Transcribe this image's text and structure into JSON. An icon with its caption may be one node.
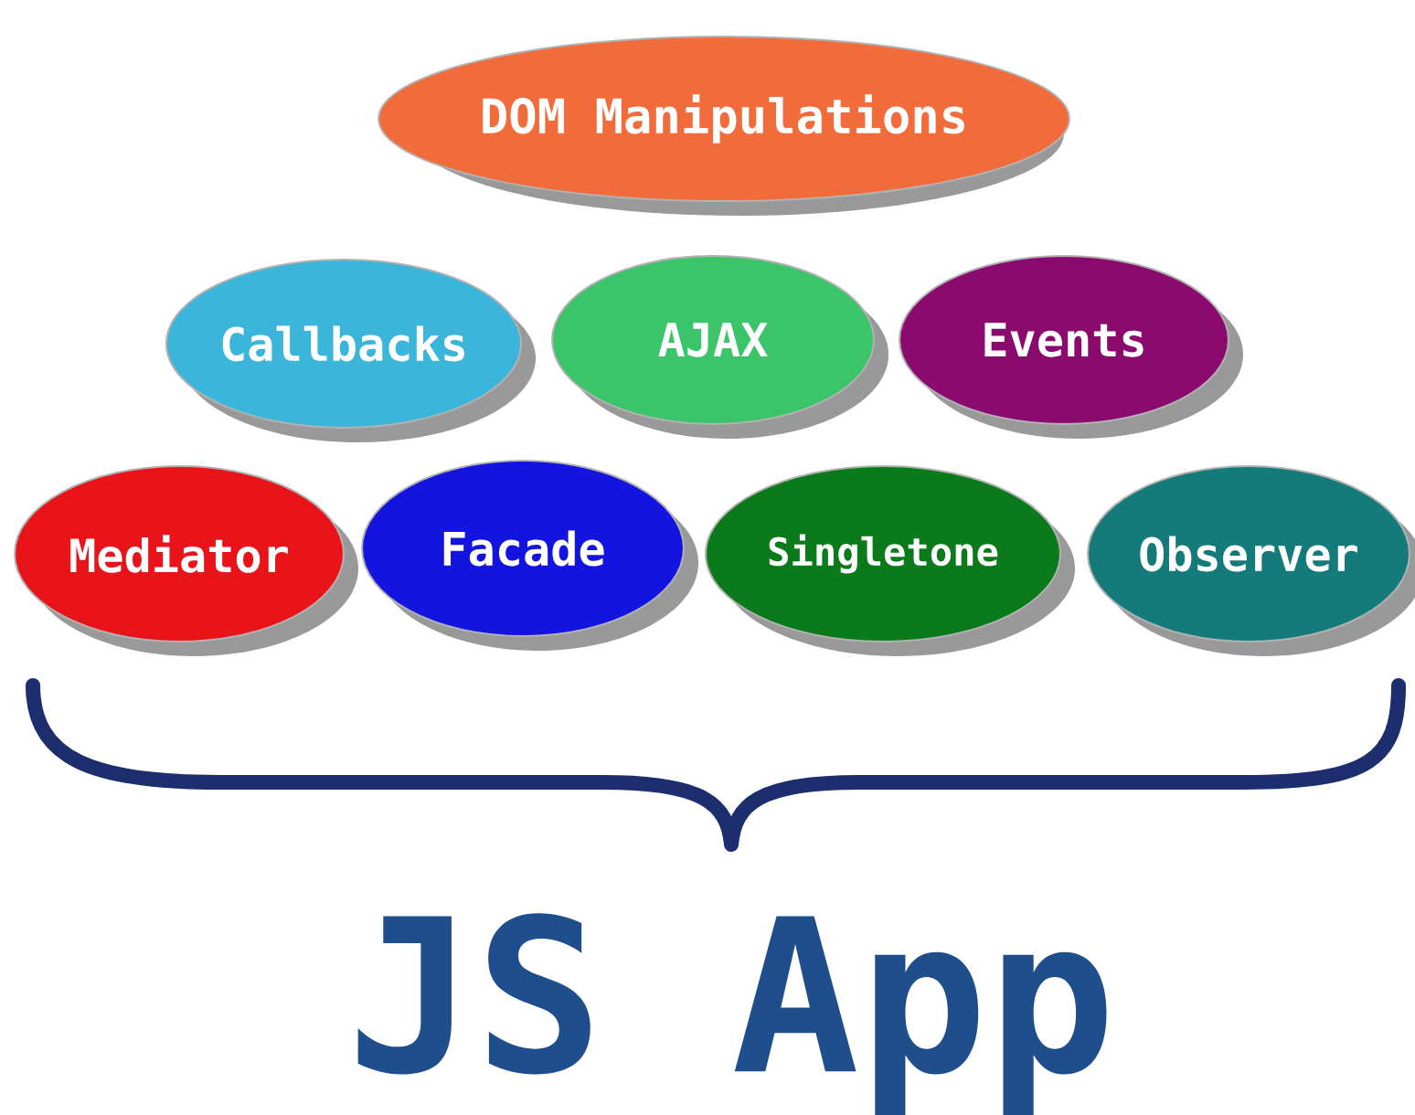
{
  "diagram": {
    "nodes": [
      {
        "text": [
          "DOM Manipulations"
        ]
      },
      {
        "text": [
          "Callbacks"
        ]
      },
      {
        "text": [
          "AJAX"
        ]
      },
      {
        "text": [
          "Events"
        ]
      },
      {
        "text": [
          "Mediator"
        ]
      },
      {
        "text": [
          "Facade"
        ]
      },
      {
        "text": [
          "Singletone"
        ]
      },
      {
        "text": [
          "Observer"
        ]
      }
    ],
    "labels": [
      "JS App"
    ]
  }
}
